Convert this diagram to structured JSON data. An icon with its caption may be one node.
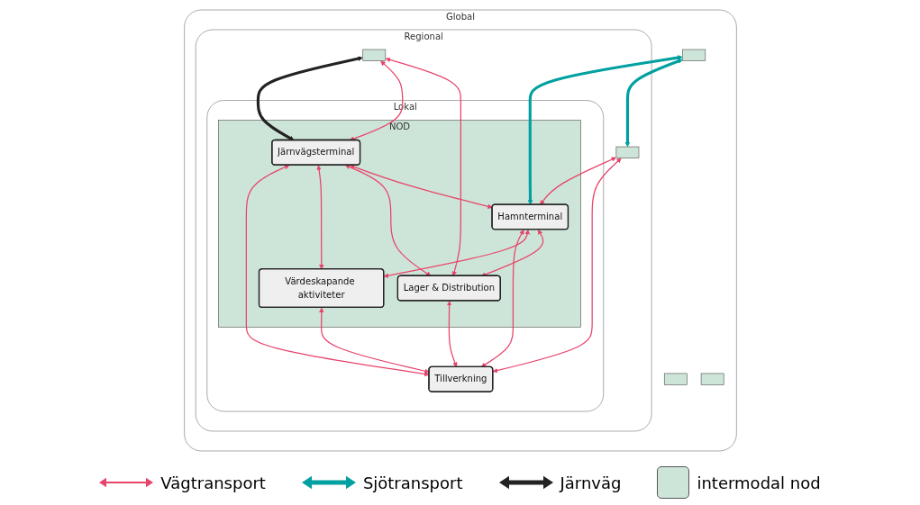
{
  "diagram": {
    "nodes": [
      {
        "text": [
          "Global"
        ]
      },
      {
        "text": [],
        "shape": "box",
        "in": 0
      },
      {
        "text": [],
        "shape": "box",
        "in": 0
      },
      {
        "text": [],
        "shape": "box",
        "in": 0
      },
      {
        "text": [
          "Regional"
        ],
        "in": 0
      },
      {
        "text": [],
        "shape": "box",
        "in": 4
      },
      {
        "text": [],
        "shape": "box",
        "in": 4
      },
      {
        "text": [
          "Lokal"
        ],
        "in": 4
      },
      {
        "text": [
          "NOD"
        ],
        "in": 7
      },
      {
        "text": [
          "Lager & Distribution"
        ],
        "in": 8
      },
      {
        "text": [
          "Järnvägsterminal"
        ],
        "in": 8
      },
      {
        "text": [
          "Värdeskapande aktiviteter"
        ],
        "in": 8
      },
      {
        "text": [
          "Hamnterminal"
        ],
        "in": 8
      },
      {
        "text": [
          "Tillverkning"
        ],
        "in": 7
      }
    ],
    "edges": [
      {
        "from": 5,
        "to": 9,
        "arrow": "both"
      },
      {
        "from": 5,
        "to": 10,
        "arrow": "both"
      },
      {
        "from": 5,
        "to": 10,
        "arrow": "both",
        "style": "thick",
        "color": "#222222"
      },
      {
        "from": 2,
        "to": 6,
        "arrow": "both",
        "style": "thick",
        "color": "#00a0a0"
      },
      {
        "from": 2,
        "to": 12,
        "arrow": "both",
        "style": "thick",
        "color": "#00a0a0"
      },
      {
        "from": 10,
        "to": 12,
        "arrow": "both"
      },
      {
        "from": 10,
        "to": 9,
        "arrow": "both"
      },
      {
        "from": 10,
        "to": 11,
        "arrow": "both"
      },
      {
        "from": 10,
        "to": 13,
        "arrow": "both"
      },
      {
        "from": 12,
        "to": 9,
        "arrow": "both"
      },
      {
        "from": 12,
        "to": 11,
        "arrow": "both"
      },
      {
        "from": 12,
        "to": 13,
        "arrow": "both"
      },
      {
        "from": 11,
        "to": 13,
        "arrow": "both"
      },
      {
        "from": 9,
        "to": 13,
        "arrow": "both"
      },
      {
        "from": 6,
        "to": 12,
        "arrow": "both"
      },
      {
        "from": 6,
        "to": 13,
        "arrow": "both"
      }
    ],
    "legend": [
      {
        "text": "Vägtransport"
      },
      {
        "text": "Sjötransport"
      },
      {
        "text": "Järnväg"
      },
      {
        "text": "intermodal nod",
        "color": "#cde5d8"
      }
    ]
  }
}
